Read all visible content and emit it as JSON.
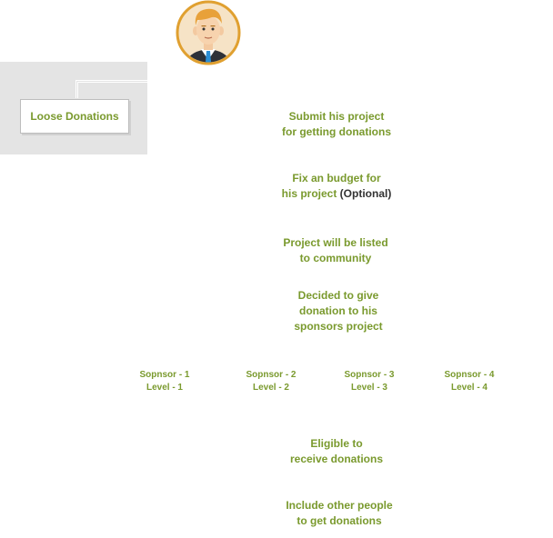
{
  "loose_donations": {
    "label": "Loose Donations"
  },
  "avatar": {
    "icon": "person-avatar-icon",
    "ring_color": "#e0a030"
  },
  "steps": [
    {
      "line1": "Submit his project",
      "line2": "for getting donations"
    },
    {
      "line1": "Fix an budget for",
      "line2a": "his project ",
      "line2b": "(Optional)"
    },
    {
      "line1": "Project will be listed",
      "line2": "to community"
    },
    {
      "line1": "Decided to give",
      "line2": "donation to his",
      "line3": "sponsors project"
    },
    {
      "line1": "Eligible to",
      "line2": "receive donations"
    },
    {
      "line1": "Include other people",
      "line2": "to get donations"
    }
  ],
  "sponsors": [
    {
      "name": "Sopnsor - 1",
      "level": "Level - 1"
    },
    {
      "name": "Sopnsor - 2",
      "level": "Level - 2"
    },
    {
      "name": "Sopnsor - 3",
      "level": "Level - 3"
    },
    {
      "name": "Sopnsor - 4",
      "level": "Level - 4"
    }
  ],
  "colors": {
    "accent_green": "#7a9a2e",
    "panel_gray": "#e4e4e4",
    "dark_text": "#333333"
  }
}
